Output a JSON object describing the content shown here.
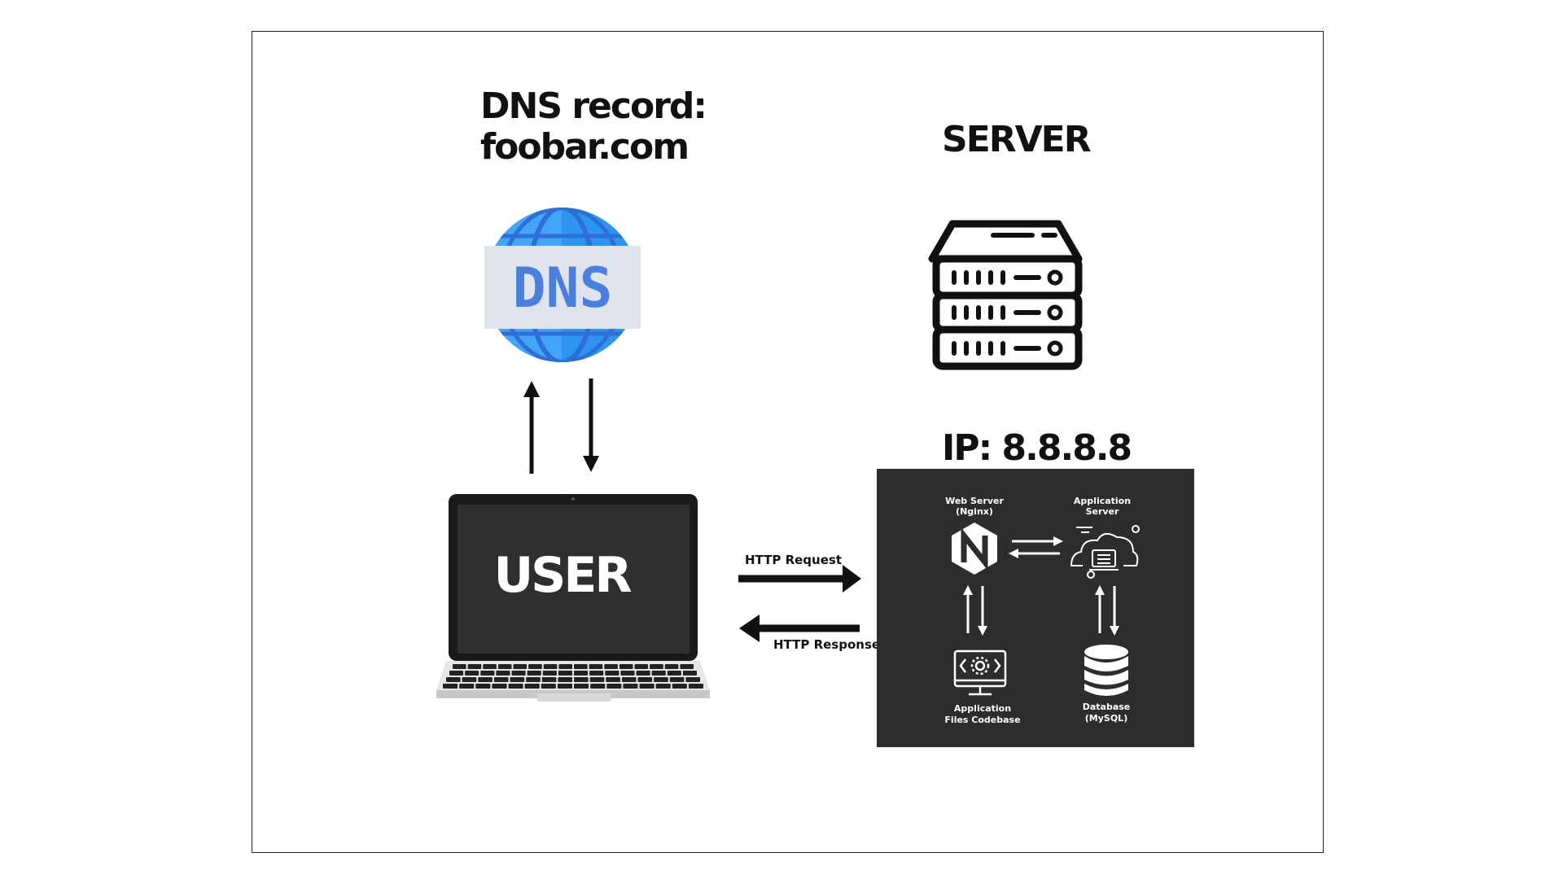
{
  "dns": {
    "title_line1": "DNS record:",
    "title_line2": "foobar.com",
    "badge": "DNS",
    "icon": "dns-globe-icon"
  },
  "server": {
    "title": "SERVER",
    "icon": "server-rack-icon",
    "ip_label": "IP: 8.8.8.8"
  },
  "user": {
    "label": "USER",
    "icon": "laptop-icon"
  },
  "http": {
    "request": "HTTP Request",
    "response": "HTTP Response"
  },
  "stack": {
    "web_server_line1": "Web Server",
    "web_server_line2": "(Nginx)",
    "app_server_line1": "Application",
    "app_server_line2": "Server",
    "codebase_line1": "Application",
    "codebase_line2": "Files Codebase",
    "database_line1": "Database",
    "database_line2": "(MySQL)"
  },
  "colors": {
    "dark_panel": "#2d2d2d",
    "globe_blue": "#42a5f5",
    "globe_dark": "#1e88e5",
    "dns_text": "#4a7fe0",
    "badge_bg": "#dfe3ea"
  }
}
